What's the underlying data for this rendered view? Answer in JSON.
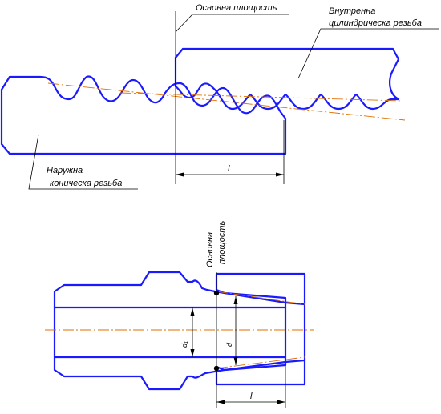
{
  "top_figure": {
    "label_basic_plane": "Основна площость",
    "label_internal_thread_line1": "Внутренна",
    "label_internal_thread_line2": "цилиндрическа резьба",
    "label_external_thread_line1": "Наружна",
    "label_external_thread_line2": "коническа резьба",
    "dim_l": "l"
  },
  "bottom_figure": {
    "label_basic_plane_line1": "Основна",
    "label_basic_plane_line2": "площость",
    "dim_d1": "d₁",
    "dim_d": "d",
    "dim_l": "l"
  },
  "colors": {
    "outline": "#1a1aff",
    "axis": "#e07000",
    "hatch": "#000000"
  }
}
